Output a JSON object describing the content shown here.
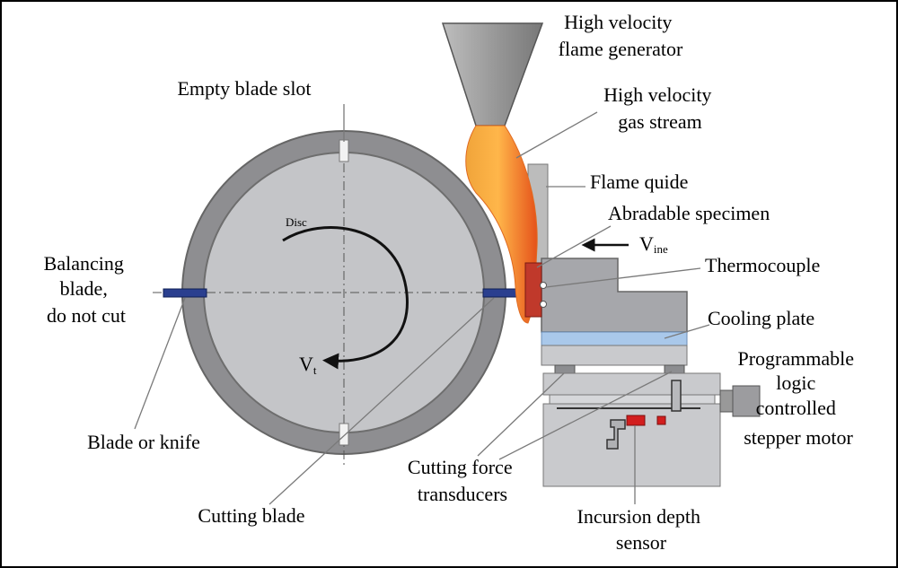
{
  "labels": {
    "flame_generator": [
      "High velocity",
      "flame generator"
    ],
    "gas_stream": [
      "High velocity",
      "gas stream"
    ],
    "flame_guide": "Flame quide",
    "abradable_specimen": "Abradable specimen",
    "v_ine": "V",
    "v_ine_sub": "ine",
    "thermocouple": "Thermocouple",
    "cooling_plate": "Cooling plate",
    "stepper_motor": [
      "Programmable",
      "logic",
      "controlled",
      "stepper motor"
    ],
    "empty_blade_slot": "Empty blade slot",
    "balancing_blade": [
      "Balancing",
      "blade,",
      "do not cut"
    ],
    "disc": "Disc",
    "v_t": "V",
    "v_t_sub": "t",
    "blade_or_knife": "Blade or knife",
    "cutting_blade": "Cutting blade",
    "cutting_force_transducers": [
      "Cutting force",
      "transducers"
    ],
    "incursion_depth_sensor": [
      "Incursion depth",
      "sensor"
    ]
  },
  "colors": {
    "disc_ring": "#8e8e91",
    "disc_face": "#c4c5c8",
    "blade": "#2a3f8f",
    "flame_core": "#f39a1e",
    "flame_edge": "#e6531a",
    "cooling_plate": "#a9c8ea",
    "sensor": "#d21e1e"
  }
}
